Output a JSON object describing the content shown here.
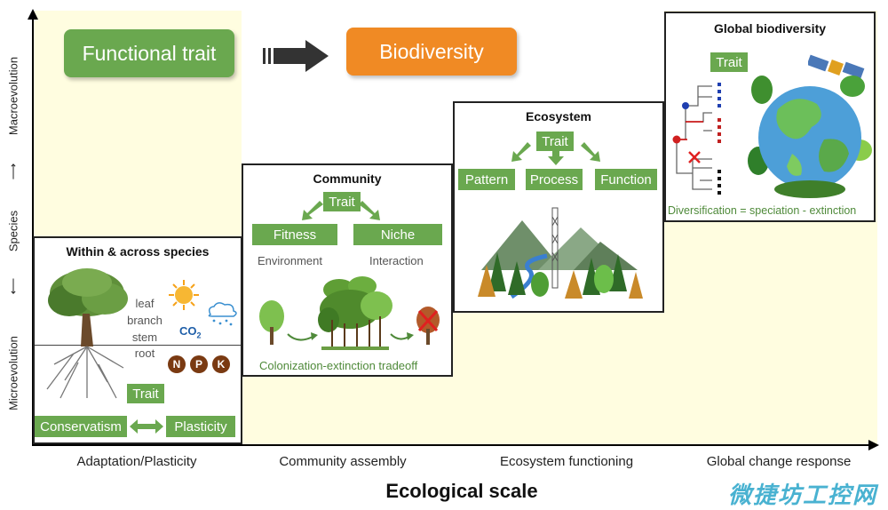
{
  "axes": {
    "y_labels": [
      "Macroevolution",
      "Species",
      "Microevolution"
    ],
    "x_labels": [
      "Adaptation/Plasticity",
      "Community assembly",
      "Ecosystem functioning",
      "Global change response"
    ],
    "x_title": "Ecological scale"
  },
  "header": {
    "trait_label": "Functional trait",
    "bio_label": "Biodiversity"
  },
  "panels": {
    "species": {
      "title": "Within & across species",
      "organs": [
        "leaf",
        "branch",
        "stem",
        "root"
      ],
      "co2": "CO",
      "co2_sub": "2",
      "nutrients": [
        "N",
        "P",
        "K"
      ],
      "trait": "Trait",
      "left": "Conservatism",
      "right": "Plasticity"
    },
    "community": {
      "title": "Community",
      "trait": "Trait",
      "left": "Fitness",
      "right": "Niche",
      "left_sub": "Environment",
      "right_sub": "Interaction",
      "caption": "Colonization-extinction tradeoff"
    },
    "ecosystem": {
      "title": "Ecosystem",
      "trait": "Trait",
      "items": [
        "Pattern",
        "Process",
        "Function"
      ]
    },
    "global": {
      "title": "Global biodiversity",
      "trait": "Trait",
      "caption": "Diversification = speciation - extinction"
    }
  },
  "watermark": "微捷坊工控网",
  "colors": {
    "green": "#6aa84f",
    "orange": "#f08a24",
    "background": "#fffde0"
  }
}
